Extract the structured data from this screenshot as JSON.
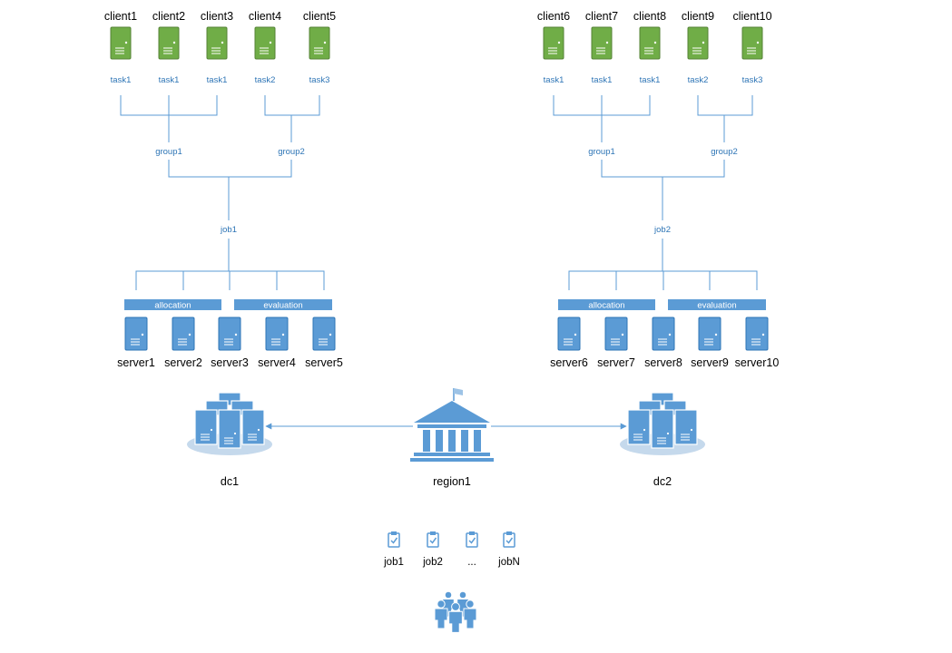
{
  "colors": {
    "line": "#5b9bd5",
    "client_fill": "#70ad47",
    "client_dark": "#548235",
    "server_fill": "#5b9bd5",
    "server_dark": "#2e75b6",
    "bar_fill": "#5b9bd5",
    "platform": "#c5d9ec",
    "blue_text": "#2e75b6"
  },
  "clusters": [
    {
      "clients": [
        {
          "name": "client1",
          "task": "task1"
        },
        {
          "name": "client2",
          "task": "task1"
        },
        {
          "name": "client3",
          "task": "task1"
        },
        {
          "name": "client4",
          "task": "task2"
        },
        {
          "name": "client5",
          "task": "task3"
        }
      ],
      "groups": [
        "group1",
        "group2"
      ],
      "job": "job1",
      "bars": [
        "allocation",
        "evaluation"
      ],
      "servers": [
        "server1",
        "server2",
        "server3",
        "server4",
        "server5"
      ],
      "dc": "dc1"
    },
    {
      "clients": [
        {
          "name": "client6",
          "task": "task1"
        },
        {
          "name": "client7",
          "task": "task1"
        },
        {
          "name": "client8",
          "task": "task1"
        },
        {
          "name": "client9",
          "task": "task2"
        },
        {
          "name": "client10",
          "task": "task3"
        }
      ],
      "groups": [
        "group1",
        "group2"
      ],
      "job": "job2",
      "bars": [
        "allocation",
        "evaluation"
      ],
      "servers": [
        "server6",
        "server7",
        "server8",
        "server9",
        "server10"
      ],
      "dc": "dc2"
    }
  ],
  "region": "region1",
  "job_list": [
    "job1",
    "job2",
    "...",
    "jobN"
  ],
  "icons": {
    "client": "client-server-icon",
    "server": "server-icon",
    "datacenter": "datacenter-icon",
    "region": "government-building-icon",
    "job": "clipboard-check-icon",
    "users": "user-group-icon"
  }
}
